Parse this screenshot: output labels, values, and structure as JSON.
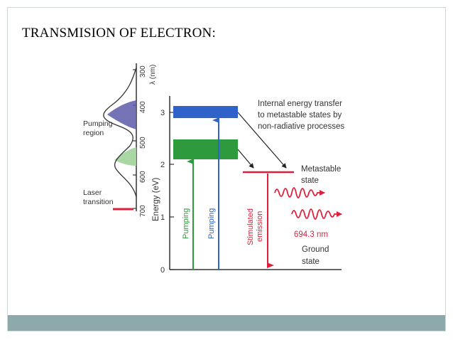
{
  "slide": {
    "title": "TRANSMISION OF ELECTRON:"
  },
  "diagram": {
    "spectrum_axis_label": "λ (nm)",
    "spectrum_ticks": [
      "300",
      "400",
      "500",
      "600",
      "700"
    ],
    "energy_axis_label": "Energy (eV)",
    "energy_ticks": [
      "0",
      "1",
      "2",
      "3"
    ],
    "pumping_region_label": [
      "Pumping",
      "region"
    ],
    "laser_transition_label": [
      "Laser",
      "transition"
    ],
    "pump_arrow_label_green": "Pumping",
    "pump_arrow_label_blue": "Pumping",
    "stimulated_label": [
      "Stimulated",
      "emission"
    ],
    "internal_transfer_label": [
      "Internal energy transfer",
      "to metastable states by",
      "non-radiative processes"
    ],
    "metastable_label": [
      "Metastable",
      "state"
    ],
    "wavelength_label": "694.3 nm",
    "ground_label": [
      "Ground",
      "state"
    ],
    "colors": {
      "green": "#2e9a3e",
      "blue": "#2f63c9",
      "red": "#e0203a",
      "spectrum_fill_blue": "#5b5aa8",
      "spectrum_fill_green": "#9fd39a"
    }
  }
}
